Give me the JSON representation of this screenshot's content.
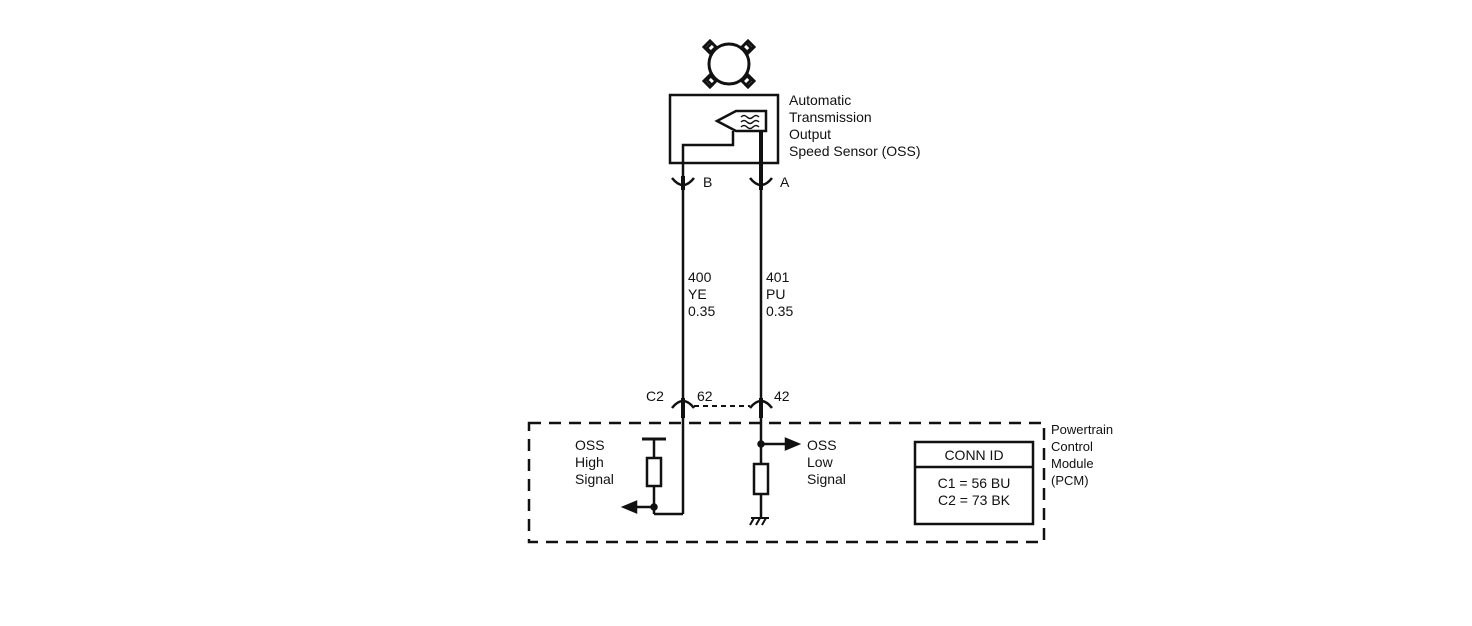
{
  "sensor": {
    "label_lines": [
      "Automatic",
      "Transmission",
      "Output",
      "Speed Sensor (OSS)"
    ],
    "icon": "gear-sensor-icon"
  },
  "terminals": {
    "sensor_b": "B",
    "sensor_a": "A",
    "connector_c2": "C2",
    "pin_62": "62",
    "pin_42": "42"
  },
  "wires": [
    {
      "circuit": "400",
      "color": "YE",
      "gauge": "0.35"
    },
    {
      "circuit": "401",
      "color": "PU",
      "gauge": "0.35"
    }
  ],
  "module": {
    "label_lines": [
      "Powertrain",
      "Control",
      "Module",
      "(PCM)"
    ],
    "high_signal_lines": [
      "OSS",
      "High",
      "Signal"
    ],
    "low_signal_lines": [
      "OSS",
      "Low",
      "Signal"
    ]
  },
  "conn_id": {
    "header": "CONN ID",
    "rows": [
      "C1 = 56 BU",
      "C2 = 73 BK"
    ]
  }
}
